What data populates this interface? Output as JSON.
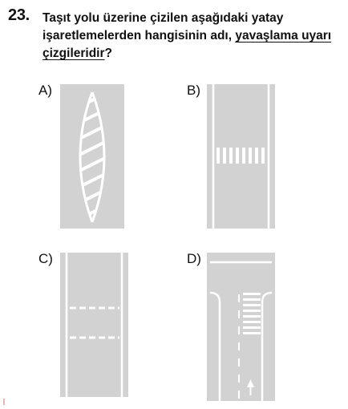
{
  "question": {
    "number": "23.",
    "text_before": "Taşıt yolu üzerine çizilen aşağıdaki yatay işaretlemelerden hangisinin adı, ",
    "text_underlined": "yavaşlama uyarı çizgileridir",
    "text_after": "?"
  },
  "options": [
    {
      "label": "A)",
      "figure": "diagonal-hatched-island"
    },
    {
      "label": "B)",
      "figure": "transverse-short-bars"
    },
    {
      "label": "C)",
      "figure": "dashed-transverse-lines"
    },
    {
      "label": "D)",
      "figure": "crosswalk-junction-arrow"
    }
  ],
  "colors": {
    "road": "#d2d2d2",
    "marking": "#ffffff",
    "text": "#111111"
  }
}
